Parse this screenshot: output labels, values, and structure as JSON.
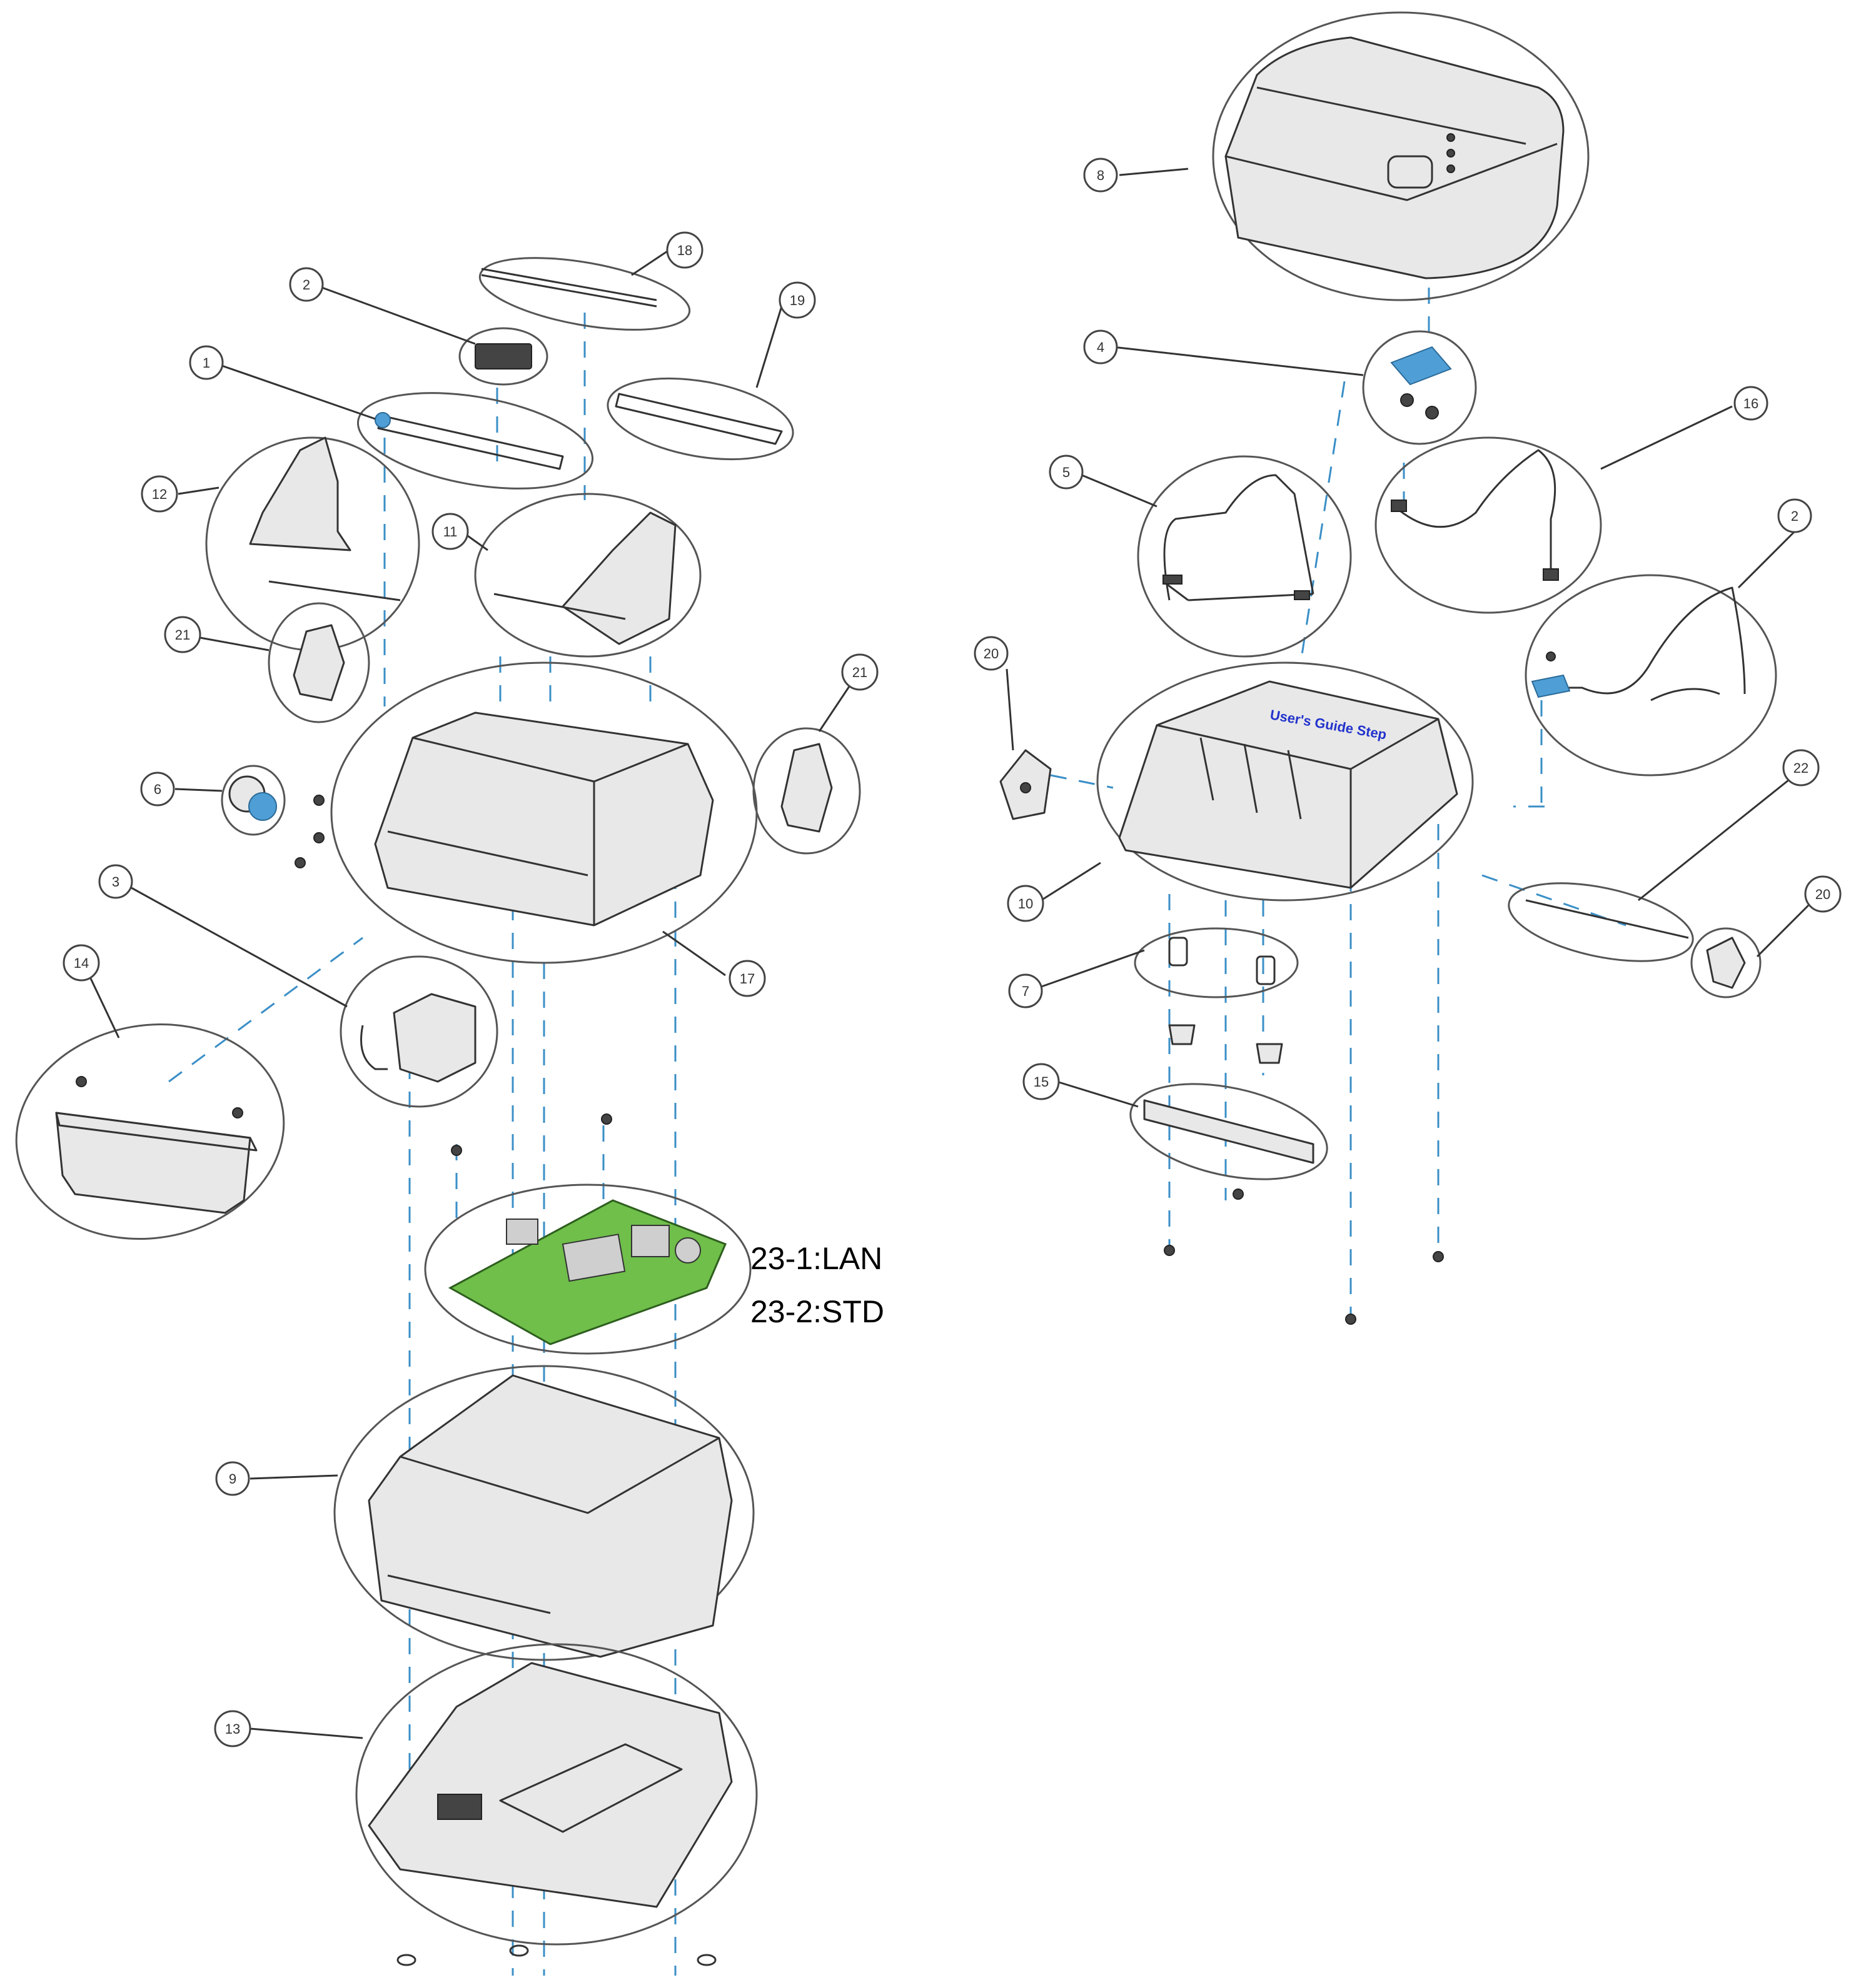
{
  "callouts": {
    "c1": "1",
    "c2a": "2",
    "c2b": "2",
    "c3": "3",
    "c4": "4",
    "c5": "5",
    "c6": "6",
    "c7": "7",
    "c8": "8",
    "c9": "9",
    "c10": "10",
    "c11": "11",
    "c12": "12",
    "c13": "13",
    "c14": "14",
    "c15": "15",
    "c16": "16",
    "c17": "17",
    "c18": "18",
    "c19": "19",
    "c20a": "20",
    "c20b": "20",
    "c21a": "21",
    "c21b": "21",
    "c22": "22"
  },
  "board_labels": {
    "line1": "23-1:LAN",
    "line2": "23-2:STD"
  },
  "part_text": {
    "mechanism_label": "User's Guide Step"
  },
  "colors": {
    "line": "#333333",
    "assembly_guide": "#3a8fc7",
    "pcb": "#6fbf4a",
    "accent": "#4f9fd6"
  }
}
